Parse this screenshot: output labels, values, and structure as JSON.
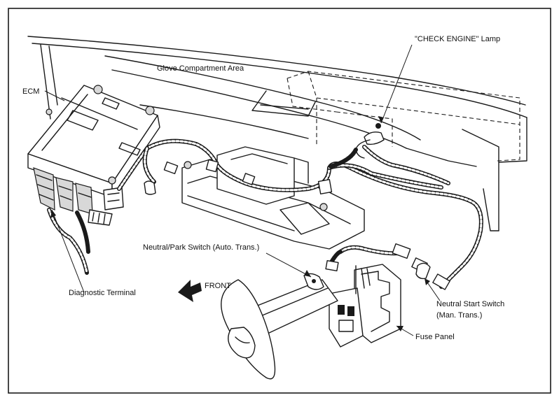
{
  "labels": {
    "ecm": "ECM",
    "glove": "Glove Compartment Area",
    "check_engine": "\"CHECK ENGINE\" Lamp",
    "neutral_park": "Neutral/Park Switch (Auto. Trans.)",
    "front": "FRONT",
    "diagnostic": "Diagnostic Terminal",
    "neutral_start_1": "Neutral Start Switch",
    "neutral_start_2": "(Man. Trans.)",
    "fuse_panel": "Fuse Panel"
  },
  "colors": {
    "line": "#1a1a1a",
    "background": "#ffffff"
  }
}
